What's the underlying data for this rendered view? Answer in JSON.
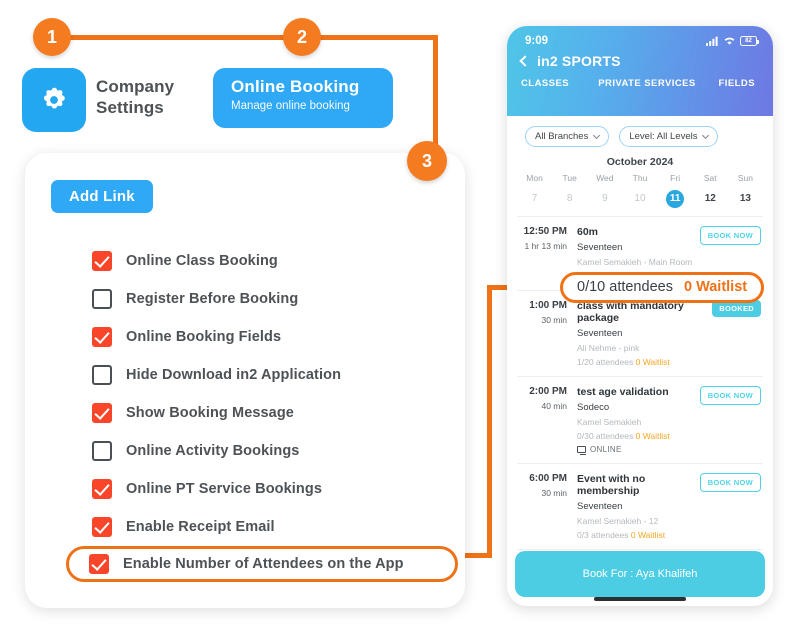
{
  "steps": [
    {
      "num": "1"
    },
    {
      "num": "2"
    },
    {
      "num": "3"
    }
  ],
  "company_settings": {
    "icon": "gear-icon",
    "label": "Company\nSettings",
    "label_line1": "Company",
    "label_line2": "Settings",
    "tile_color": "#22A7F0"
  },
  "online_booking_tile": {
    "title": "Online Booking",
    "subtitle": "Manage online booking",
    "color": "#2FA8F5"
  },
  "panel": {
    "add_link_label": "Add Link",
    "options": [
      {
        "label": "Online Class Booking",
        "checked": true,
        "highlight": false
      },
      {
        "label": "Register Before Booking",
        "checked": false,
        "highlight": false
      },
      {
        "label": "Online Booking Fields",
        "checked": true,
        "highlight": false
      },
      {
        "label": "Hide Download in2 Application",
        "checked": false,
        "highlight": false
      },
      {
        "label": "Show Booking Message",
        "checked": true,
        "highlight": false
      },
      {
        "label": "Online Activity Bookings",
        "checked": false,
        "highlight": false
      },
      {
        "label": "Online PT Service Bookings",
        "checked": true,
        "highlight": false
      },
      {
        "label": "Enable Receipt Email",
        "checked": true,
        "highlight": false
      },
      {
        "label": "Enable Number of Attendees on the App",
        "checked": true,
        "highlight": true
      }
    ],
    "checked_color": "#F9462B"
  },
  "phone": {
    "status_bar": {
      "time": "9:09",
      "battery_level": "82",
      "signal": "signal-icon",
      "wifi": "wifi-icon"
    },
    "title": "in2 SPORTS",
    "back": "back-chevron-icon",
    "tabs": [
      {
        "label": "CLASSES",
        "active": true
      },
      {
        "label": "PRIVATE SERVICES",
        "active": false
      },
      {
        "label": "FIELDS",
        "active": false
      }
    ],
    "filters": [
      {
        "label": "All Branches"
      },
      {
        "label": "Level: All Levels"
      }
    ],
    "calendar": {
      "month": "October 2024",
      "days": [
        {
          "dow": "Mon",
          "num": "7",
          "state": "past"
        },
        {
          "dow": "Tue",
          "num": "8",
          "state": "past"
        },
        {
          "dow": "Wed",
          "num": "9",
          "state": "past"
        },
        {
          "dow": "Thu",
          "num": "10",
          "state": "past"
        },
        {
          "dow": "Fri",
          "num": "11",
          "state": "selected"
        },
        {
          "dow": "Sat",
          "num": "12",
          "state": "active"
        },
        {
          "dow": "Sun",
          "num": "13",
          "state": "active"
        }
      ]
    },
    "classes": [
      {
        "time": "12:50 PM",
        "duration": "1 hr 13 min",
        "name": "60m",
        "branch": "Seventeen",
        "trainer": "Kamel Semakieh - Main Room",
        "attendees": "0/10 attendees",
        "waitlist": "0 Waitlist",
        "online": "",
        "badge": "BOOK NOW",
        "badge_style": "outline",
        "hide_attendees": true
      },
      {
        "time": "1:00 PM",
        "duration": "30 min",
        "name": "class with mandatory package",
        "branch": "Seventeen",
        "trainer": "Ali Nehme - pink",
        "attendees": "1/20 attendees",
        "waitlist": "0 Waitlist",
        "online": "",
        "badge": "BOOKED",
        "badge_style": "filled",
        "hide_attendees": false
      },
      {
        "time": "2:00 PM",
        "duration": "40 min",
        "name": "test age validation",
        "branch": "Sodeco",
        "trainer": "Kamel Semakieh",
        "attendees": "0/30 attendees",
        "waitlist": "0 Waitlist",
        "online": "ONLINE",
        "badge": "BOOK NOW",
        "badge_style": "outline",
        "hide_attendees": false
      },
      {
        "time": "6:00 PM",
        "duration": "30 min",
        "name": "Event with no membership",
        "branch": "Seventeen",
        "trainer": "Kamel Semakieh - 12",
        "attendees": "0/3 attendees",
        "waitlist": "0 Waitlist",
        "online": "",
        "badge": "BOOK NOW",
        "badge_style": "outline",
        "hide_attendees": false
      }
    ],
    "book_bar_label": "Book For : Aya Khalifeh"
  },
  "callout": {
    "attendees": "0/10 attendees",
    "waitlist": "0 Waitlist"
  },
  "colors": {
    "orange": "#F07216",
    "step": "#F47B20",
    "blue": "#2FA8F5",
    "cyan": "#4CCDE3",
    "red": "#F9462B",
    "waitlist": "#F5A623"
  }
}
